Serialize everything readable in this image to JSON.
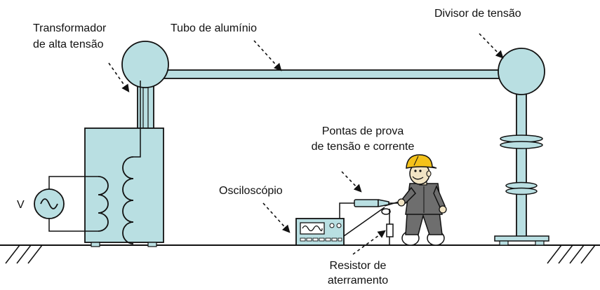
{
  "labels": {
    "transformer_line1": "Transformador",
    "transformer_line2": "de alta tensão",
    "tube": "Tubo de alumínio",
    "divider": "Divisor de tensão",
    "probes_line1": "Pontas de prova",
    "probes_line2": "de tensão e corrente",
    "oscilloscope": "Osciloscópio",
    "resistor_line1": "Resistor de",
    "resistor_line2": "aterramento",
    "source": "V"
  },
  "colors": {
    "equipment_fill": "#b9dfe2",
    "outline": "#111111",
    "helmet": "#f4c21a",
    "overalls": "#6e6e6e",
    "skin": "#f1e4c4",
    "shoes": "#ffffff"
  },
  "icons": {
    "source": "ac-voltage-source-icon",
    "scope_screen": "sine-wave-icon",
    "ground": "ground-hatch-icon"
  }
}
